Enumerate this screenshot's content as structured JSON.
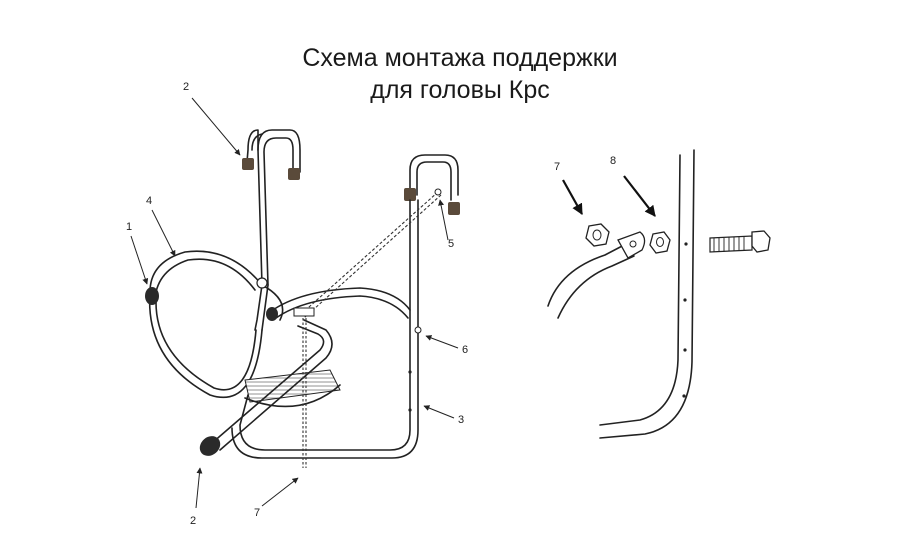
{
  "title": {
    "line1": "Схема монтажа поддержки",
    "line2": "для головы Крс"
  },
  "callouts": {
    "c1": "1",
    "c2_top": "2",
    "c2_bottom": "2",
    "c3": "3",
    "c4": "4",
    "c5": "5",
    "c6": "6",
    "c7_bottom": "7",
    "c7_detail": "7",
    "c8_detail": "8"
  },
  "colors": {
    "line": "#222222",
    "background": "#ffffff"
  }
}
